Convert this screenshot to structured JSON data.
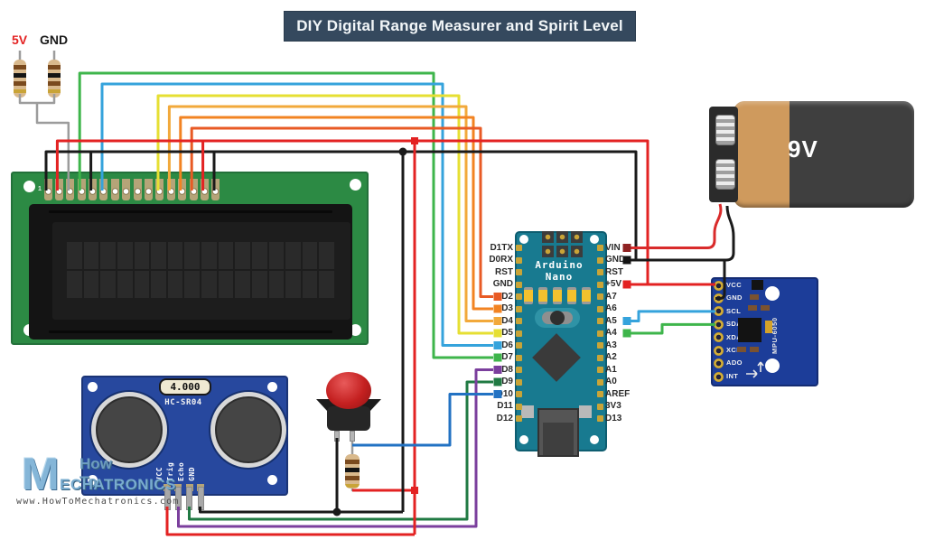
{
  "title": "DIY Digital Range Measurer and Spirit Level",
  "power": {
    "v5": "5V",
    "gnd": "GND"
  },
  "lcd": {
    "pin_one": "1"
  },
  "hcsr04": {
    "display": "4.000",
    "model": "HC-SR04",
    "pins": [
      "VCC",
      "Trig",
      "Echo",
      "GND"
    ]
  },
  "arduino": {
    "name_line1": "Arduino",
    "name_line2": "Nano",
    "left_pins": [
      "D1TX",
      "D0RX",
      "RST",
      "GND",
      "D2",
      "D3",
      "D4",
      "D5",
      "D6",
      "D7",
      "D8",
      "D9",
      "D10",
      "D11",
      "D12"
    ],
    "right_pins": [
      "VIN",
      "GND",
      "RST",
      "+5V",
      "A7",
      "A6",
      "A5",
      "A4",
      "A3",
      "A2",
      "A1",
      "A0",
      "AREF",
      "3V3",
      "D13"
    ]
  },
  "mpu": {
    "model": "MPU-6050",
    "pins": [
      "VCC",
      "GND",
      "SCL",
      "SDA",
      "XDA",
      "XCL",
      "ADO",
      "INT"
    ]
  },
  "battery": {
    "label": "9V"
  },
  "logo": {
    "m": "M",
    "line1": "How To",
    "line2": "ECHATRONICS",
    "url": "www.HowToMechatronics.com"
  },
  "colors": {
    "title_bg": "#35495e",
    "lcd_green": "#2c8a44",
    "arduino_teal": "#187a90",
    "hc_blue": "#27489e",
    "mpu_blue": "#1c3d99",
    "battery_tan": "#cf9a5d",
    "wire_red": "#e32222",
    "wire_dark_red": "#8f2222",
    "wire_black": "#1a1a1a",
    "wire_gray": "#9c9c9c",
    "wire_green": "#3eb54b",
    "wire_light_blue": "#35a3dc",
    "wire_yellow": "#e6df33",
    "wire_amber": "#f2a93b",
    "wire_orange": "#f28322",
    "wire_red_orange": "#e85a24",
    "wire_dark_green": "#207a43",
    "wire_purple": "#7b3f9d",
    "wire_blue": "#2272c3"
  }
}
